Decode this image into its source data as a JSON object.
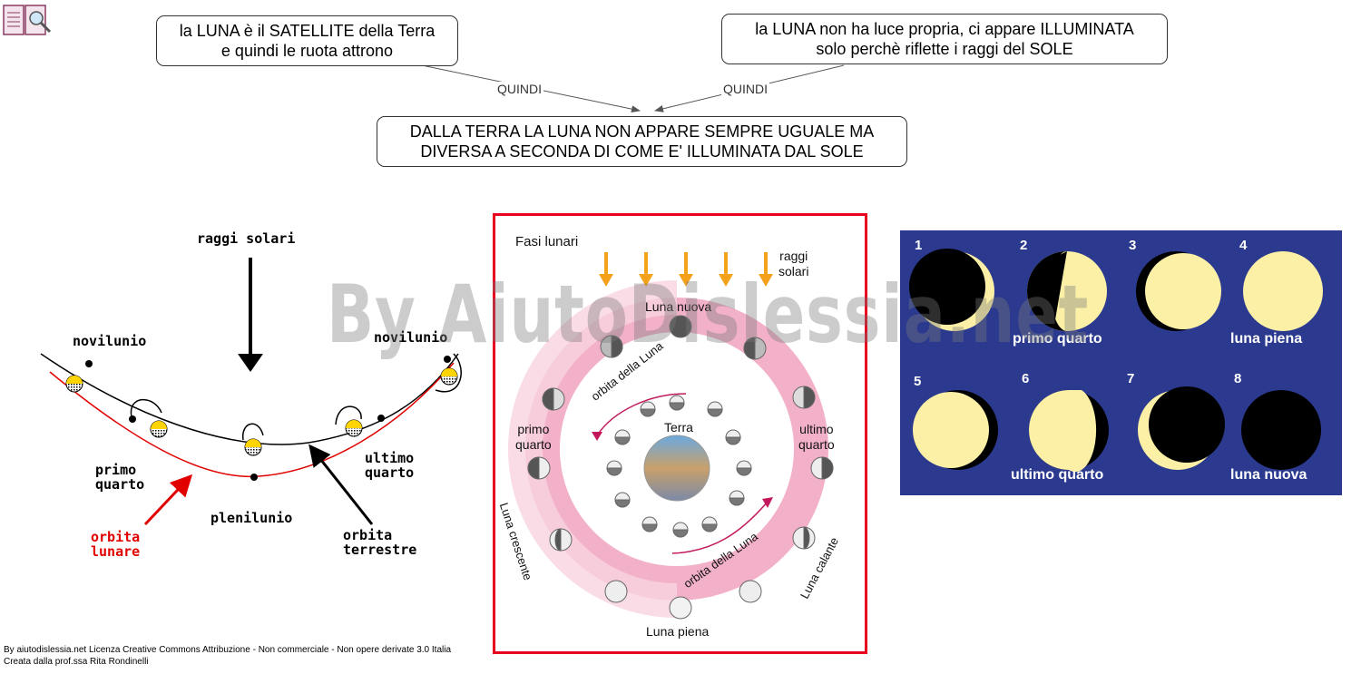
{
  "concept_map": {
    "node_satellite": "la LUNA è il SATELLITE della Terra\ne quindi le ruota attrono",
    "node_light": "la LUNA non ha luce propria, ci appare ILLUMINATA\nsolo perchè riflette i raggi del SOLE",
    "node_result": "DALLA TERRA LA LUNA NON APPARE SEMPRE UGUALE MA\nDIVERSA A SECONDA DI COME E' ILLUMINATA DAL SOLE",
    "link_left": "QUINDI",
    "link_right": "QUINDI"
  },
  "orbit_diagram": {
    "raggi_solari": "raggi solari",
    "novilunio_left": "novilunio",
    "novilunio_right": "novilunio",
    "primo_quarto": "primo\nquarto",
    "plenilunio": "plenilunio",
    "ultimo_quarto": "ultimo\nquarto",
    "orbita_lunare": "orbita\nlunare",
    "orbita_terrestre": "orbita\nterrestre",
    "colors": {
      "lunar_orbit": "#e00000",
      "earth_orbit": "#000000",
      "moon_lit": "#ffd400"
    }
  },
  "phases_diagram": {
    "title": "Fasi lunari",
    "raggi": "raggi\nsolari",
    "luna_nuova": "Luna nuova",
    "orbita_top": "orbita della Luna",
    "terra": "Terra",
    "primo_quarto": "primo\nquarto",
    "ultimo_quarto": "ultimo\nquarto",
    "luna_crescente": "Luna crescente",
    "orbita_bottom": "orbita della Luna",
    "luna_calante": "Luna calante",
    "luna_piena": "Luna piena",
    "colors": {
      "frame": "#e8001c",
      "ring": "#f2a9c3",
      "arrows": "#f4a11b"
    }
  },
  "moon_grid": {
    "numbers": [
      "1",
      "2",
      "3",
      "4",
      "5",
      "6",
      "7",
      "8"
    ],
    "primo_quarto": "primo quarto",
    "luna_piena": "luna piena",
    "ultimo_quarto": "ultimo quarto",
    "luna_nuova": "luna nuova",
    "colors": {
      "background": "#2b3a8f",
      "moon": "#fbf0a6"
    }
  },
  "watermark": "By AiutoDislessia.net",
  "footer": {
    "line1": "By aiutodislessia.net Licenza Creative Commons Attribuzione - Non commerciale - Non opere derivate 3.0 Italia",
    "line2": "Creata dalla prof.ssa Rita Rondinelli"
  }
}
